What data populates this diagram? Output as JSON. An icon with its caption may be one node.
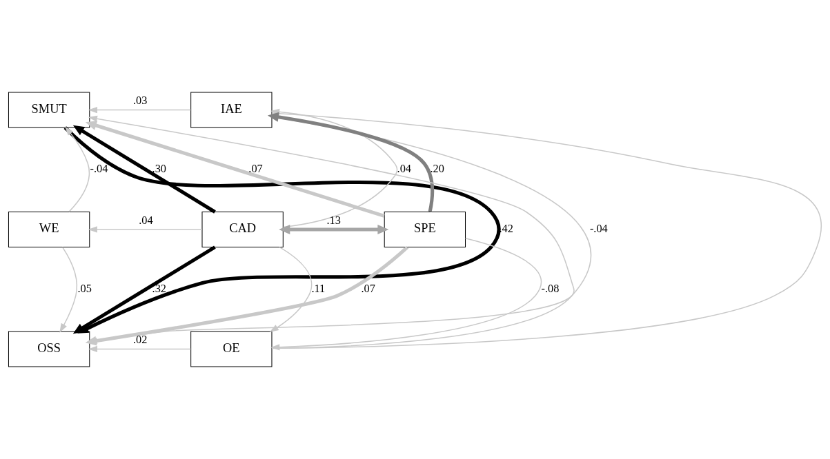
{
  "diagram": {
    "nodes": [
      {
        "text": [
          "SMUT"
        ]
      },
      {
        "text": [
          "IAE"
        ]
      },
      {
        "text": [
          "WE"
        ]
      },
      {
        "text": [
          "CAD"
        ]
      },
      {
        "text": [
          "SPE"
        ]
      },
      {
        "text": [
          "OSS"
        ]
      },
      {
        "text": [
          "OE"
        ]
      }
    ],
    "edges": [
      {
        "from": 1,
        "to": 0,
        "arrow": "to",
        "label": ".03"
      },
      {
        "from": 4,
        "to": 0,
        "arrow": "to",
        "label": ".07",
        "style": "thick"
      },
      {
        "from": 4,
        "to": 1,
        "arrow": "to",
        "label": ".20",
        "style": "thick",
        "color": "#808080"
      },
      {
        "from": 2,
        "to": 0,
        "arrow": "to",
        "label": "-.04"
      },
      {
        "from": 3,
        "to": 0,
        "arrow": "to",
        "label": ".30",
        "style": "thick",
        "color": "#000000"
      },
      {
        "from": 3,
        "to": 1,
        "arrow": "to",
        "label": ".04"
      },
      {
        "from": 0,
        "to": 5,
        "arrow": "to",
        "label": ".42",
        "style": "thick",
        "color": "#000000"
      },
      {
        "from": 1,
        "to": 5,
        "arrow": "to",
        "label": "-.04"
      },
      {
        "from": 6,
        "to": 0,
        "arrow": "to"
      },
      {
        "from": 3,
        "to": 2,
        "arrow": "to",
        "label": ".04"
      },
      {
        "from": 3,
        "to": 4,
        "arrow": "both",
        "label": ".13",
        "style": "thick",
        "color": "#a6a6a6"
      },
      {
        "from": 2,
        "to": 5,
        "arrow": "to",
        "label": ".05"
      },
      {
        "from": 3,
        "to": 5,
        "arrow": "to",
        "label": ".32",
        "style": "thick",
        "color": "#000000"
      },
      {
        "from": 3,
        "to": 6,
        "arrow": "to",
        "label": ".11"
      },
      {
        "from": 4,
        "to": 5,
        "arrow": "to",
        "label": ".07",
        "style": "thick"
      },
      {
        "from": 4,
        "to": 6,
        "arrow": "to",
        "label": "-.08"
      },
      {
        "from": 6,
        "to": 5,
        "arrow": "to",
        "label": ".02"
      },
      {
        "from": 1,
        "to": 6,
        "arrow": "none"
      }
    ]
  }
}
